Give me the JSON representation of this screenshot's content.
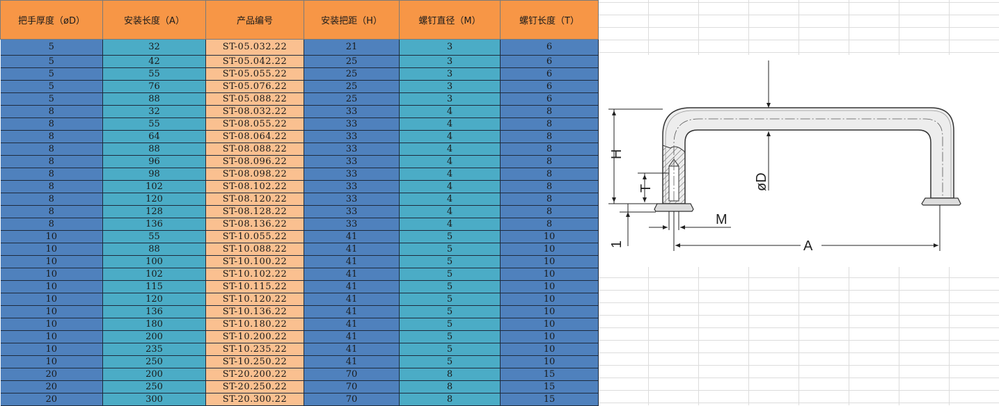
{
  "table": {
    "headers": [
      "把手厚度（øD）",
      "安装长度（A）",
      "产品编号",
      "安装把距（H）",
      "螺钉直径（M）",
      "螺钉长度（T）"
    ],
    "rows": [
      [
        "5",
        "32",
        "ST-05.032.22",
        "21",
        "3",
        "6"
      ],
      [
        "5",
        "42",
        "ST-05.042.22",
        "25",
        "3",
        "6"
      ],
      [
        "5",
        "55",
        "ST-05.055.22",
        "25",
        "3",
        "6"
      ],
      [
        "5",
        "76",
        "ST-05.076.22",
        "25",
        "3",
        "6"
      ],
      [
        "5",
        "88",
        "ST-05.088.22",
        "25",
        "3",
        "6"
      ],
      [
        "8",
        "32",
        "ST-08.032.22",
        "33",
        "4",
        "8"
      ],
      [
        "8",
        "55",
        "ST-08.055.22",
        "33",
        "4",
        "8"
      ],
      [
        "8",
        "64",
        "ST-08.064.22",
        "33",
        "4",
        "8"
      ],
      [
        "8",
        "88",
        "ST-08.088.22",
        "33",
        "4",
        "8"
      ],
      [
        "8",
        "96",
        "ST-08.096.22",
        "33",
        "4",
        "8"
      ],
      [
        "8",
        "98",
        "ST-08.098.22",
        "33",
        "4",
        "8"
      ],
      [
        "8",
        "102",
        "ST-08.102.22",
        "33",
        "4",
        "8"
      ],
      [
        "8",
        "120",
        "ST-08.120.22",
        "33",
        "4",
        "8"
      ],
      [
        "8",
        "128",
        "ST-08.128.22",
        "33",
        "4",
        "8"
      ],
      [
        "8",
        "136",
        "ST-08.136.22",
        "33",
        "4",
        "8"
      ],
      [
        "10",
        "55",
        "ST-10.055.22",
        "41",
        "5",
        "10"
      ],
      [
        "10",
        "88",
        "ST-10.088.22",
        "41",
        "5",
        "10"
      ],
      [
        "10",
        "100",
        "ST-10.100.22",
        "41",
        "5",
        "10"
      ],
      [
        "10",
        "102",
        "ST-10.102.22",
        "41",
        "5",
        "10"
      ],
      [
        "10",
        "115",
        "ST-10.115.22",
        "41",
        "5",
        "10"
      ],
      [
        "10",
        "120",
        "ST-10.120.22",
        "41",
        "5",
        "10"
      ],
      [
        "10",
        "136",
        "ST-10.136.22",
        "41",
        "5",
        "10"
      ],
      [
        "10",
        "180",
        "ST-10.180.22",
        "41",
        "5",
        "10"
      ],
      [
        "10",
        "200",
        "ST-10.200.22",
        "41",
        "5",
        "10"
      ],
      [
        "10",
        "235",
        "ST-10.235.22",
        "41",
        "5",
        "10"
      ],
      [
        "10",
        "250",
        "ST-10.250.22",
        "41",
        "5",
        "10"
      ],
      [
        "20",
        "200",
        "ST-20.200.22",
        "70",
        "8",
        "15"
      ],
      [
        "20",
        "250",
        "ST-20.250.22",
        "70",
        "8",
        "15"
      ],
      [
        "20",
        "300",
        "ST-20.300.22",
        "70",
        "8",
        "15"
      ]
    ]
  },
  "drawing": {
    "labels": {
      "height": "H",
      "diameter": "øD",
      "thread_length": "T",
      "screw": "M",
      "length": "A",
      "base": "1"
    }
  },
  "colors": {
    "header": "#f79646",
    "column_blue": "#4f81bd",
    "column_teal": "#4bacc6",
    "column_peach": "#fac090"
  }
}
